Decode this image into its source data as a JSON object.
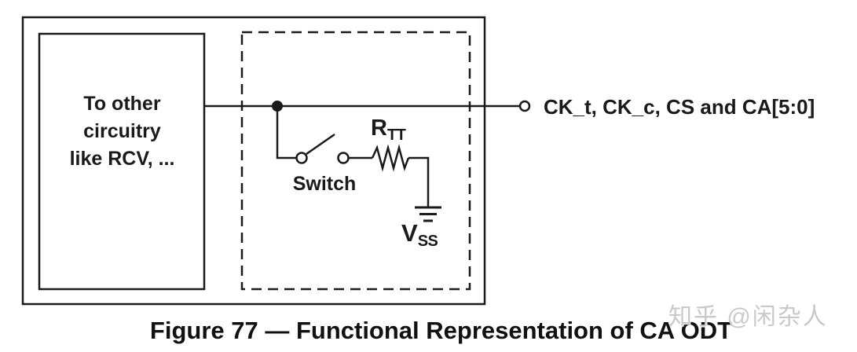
{
  "figure": {
    "caption": "Figure 77 — Functional Representation of CA ODT",
    "watermark": "知乎 @闲杂人"
  },
  "diagram": {
    "left_box_lines": [
      "To other",
      "circuitry",
      "like RCV, ..."
    ],
    "switch_label": "Switch",
    "resistor_label_main": "R",
    "resistor_label_sub": "TT",
    "ground_label_main": "V",
    "ground_label_sub": "SS",
    "output_label": "CK_t, CK_c, CS and CA[5:0]"
  },
  "colors": {
    "ink": "#1a1a1a",
    "watermark_gray": "#c9c9c9",
    "background": "#ffffff"
  }
}
